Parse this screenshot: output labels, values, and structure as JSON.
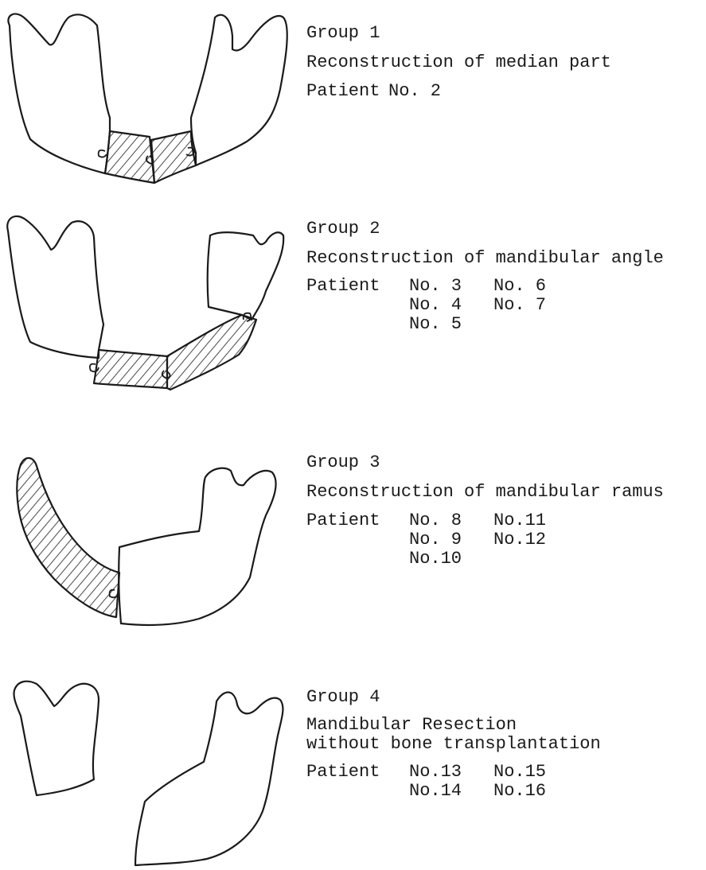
{
  "groups": [
    {
      "title": "Group 1",
      "description": [
        "Reconstruction of median part"
      ],
      "patient_label": "Patient",
      "patients": [
        [
          "No. 2",
          ""
        ]
      ]
    },
    {
      "title": "Group 2",
      "description": [
        "Reconstruction of mandibular angle"
      ],
      "patient_label": "Patient",
      "patients": [
        [
          "No. 3",
          "No. 6"
        ],
        [
          "No. 4",
          "No. 7"
        ],
        [
          "No. 5",
          ""
        ]
      ]
    },
    {
      "title": "Group 3",
      "description": [
        "Reconstruction of mandibular ramus"
      ],
      "patient_label": "Patient",
      "patients": [
        [
          "No. 8",
          "No.11"
        ],
        [
          "No. 9",
          "No.12"
        ],
        [
          "No.10",
          ""
        ]
      ]
    },
    {
      "title": "Group 4",
      "description": [
        "Mandibular Resection",
        "without bone transplantation"
      ],
      "patient_label": "Patient",
      "patients": [
        [
          "No.13",
          "No.15"
        ],
        [
          "No.14",
          "No.16"
        ]
      ]
    }
  ],
  "colors": {
    "ink": "#1a1a1a",
    "paper": "#ffffff"
  }
}
